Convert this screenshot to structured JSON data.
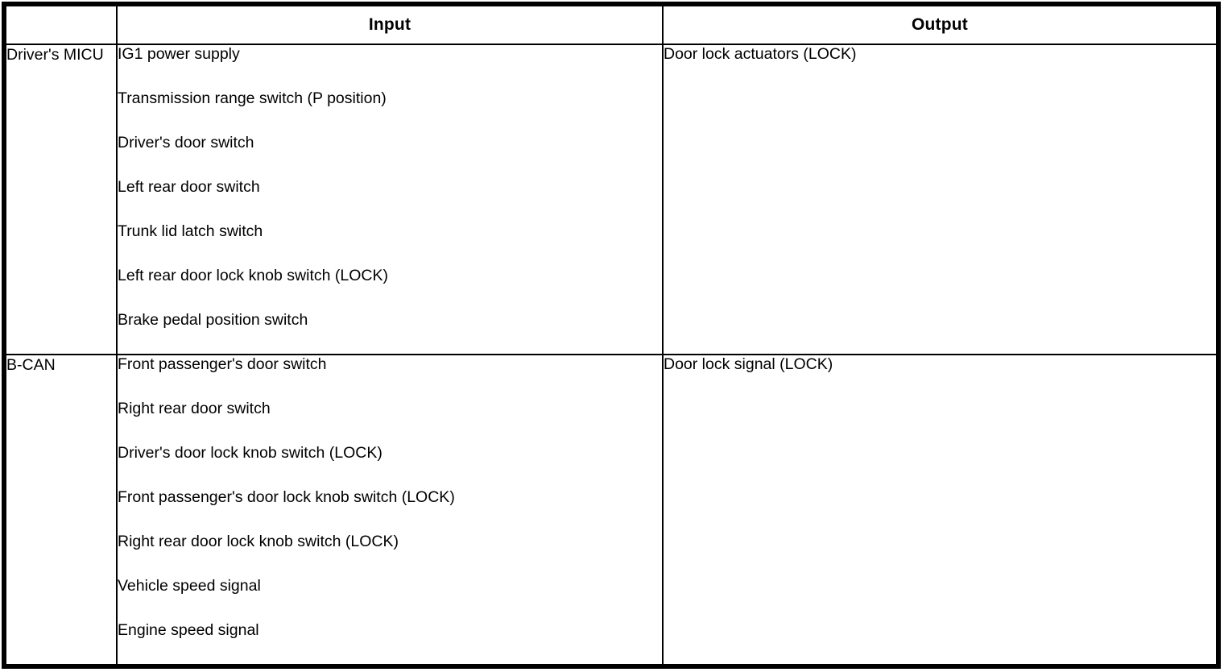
{
  "colors": {
    "border": "#000000",
    "text": "#000000",
    "background": "#ffffff"
  },
  "table": {
    "headers": {
      "source": "",
      "input": "Input",
      "output": "Output"
    },
    "rows": [
      {
        "source": "Driver's MICU",
        "inputs": [
          "IG1 power supply",
          "Transmission range switch (P position)",
          "Driver's door switch",
          "Left rear door switch",
          "Trunk lid latch switch",
          "Left rear door lock knob switch (LOCK)",
          "Brake pedal position switch"
        ],
        "output": "Door lock actuators (LOCK)"
      },
      {
        "source": "B-CAN",
        "inputs": [
          "Front passenger's door switch",
          "Right rear door switch",
          "Driver's door lock knob switch (LOCK)",
          "Front passenger's door lock knob switch (LOCK)",
          "Right rear door lock knob switch (LOCK)",
          "Vehicle speed signal",
          "Engine speed signal"
        ],
        "output": "Door lock signal (LOCK)"
      }
    ]
  }
}
